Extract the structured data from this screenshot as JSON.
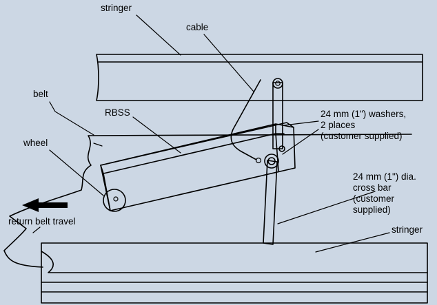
{
  "colors": {
    "background": "#ccd7e4",
    "stroke": "#000000",
    "fill": "#ffffff",
    "arrow": "#000000"
  },
  "labels": {
    "stringer_top": "stringer",
    "cable": "cable",
    "belt": "belt",
    "rbss": "RBSS",
    "wheel": "wheel",
    "washers_line1": "24 mm (1\") washers,",
    "washers_line2": "2 places",
    "washers_line3": "(customer supplied)",
    "crossbar_line1": "24 mm (1\") dia.",
    "crossbar_line2": "cross bar",
    "crossbar_line3": "(customer",
    "crossbar_line4": "supplied)",
    "stringer_bottom": "stringer",
    "return_belt": "return belt travel"
  }
}
